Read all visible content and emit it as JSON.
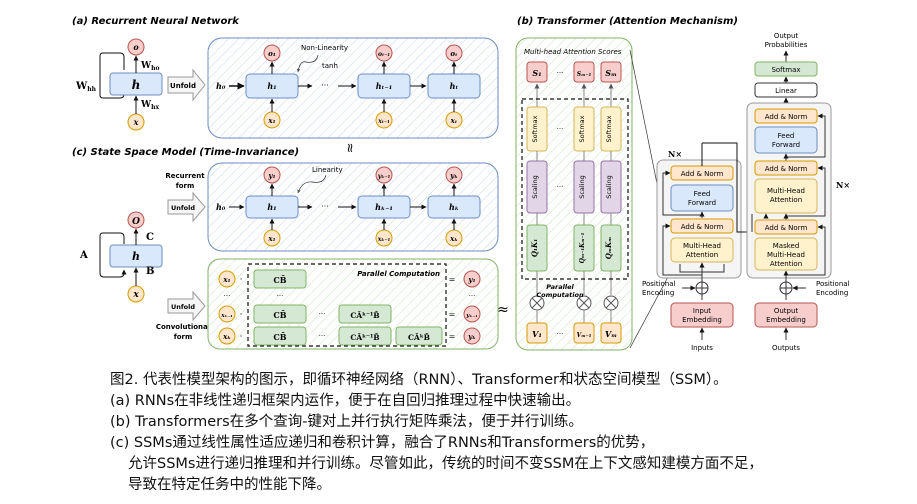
{
  "panels": {
    "rnn": {
      "title": "(a) Recurrent Neural Network",
      "hidden": "h",
      "output": "o",
      "input": "x",
      "w_hh": "W",
      "w_hh_sub": "hh",
      "w_ho": "W",
      "w_ho_sub": "ho",
      "w_hx": "W",
      "w_hx_sub": "hx",
      "unfold": "Unfold",
      "h0": "h₀",
      "nonlinearity": "Non-Linearity",
      "tanh": "tanh",
      "ellipsis": "···",
      "cells": [
        {
          "h": "h₁",
          "x": "x₁",
          "o": "o₁"
        },
        {
          "h": "hₜ₋₁",
          "x": "xₜ₋₁",
          "o": "oₜ₋₁"
        },
        {
          "h": "hₜ",
          "x": "xₜ",
          "o": "oₜ"
        }
      ],
      "approx": "≈"
    },
    "ssm": {
      "title": "(c) State Space Model (Time-Invariance)",
      "hidden": "h",
      "output": "O",
      "input": "x",
      "A": "A",
      "B": "B",
      "C": "C",
      "recurrent_form": [
        "Recurrent",
        "form"
      ],
      "convolutional_form": [
        "Convolutional",
        "form"
      ],
      "unfold": "Unfold",
      "h0": "h₀",
      "linearity": "Linearity",
      "ellipsis": "···",
      "cells": [
        {
          "h": "h₁",
          "x": "x₁",
          "y": "y₁"
        },
        {
          "h": "hₖ₋₁",
          "x": "xₖ₋₁",
          "y": "yₖ₋₁"
        },
        {
          "h": "hₖ",
          "x": "xₖ",
          "y": "yₖ"
        }
      ],
      "parallel_computation": "Parallel Computation",
      "conv_rows": [
        {
          "x": "x₁",
          "kernels": [
            "CB̄"
          ],
          "y": "y₁"
        },
        {
          "x": "xₖ₋₁",
          "kernels": [
            "CB̄",
            "CĀᵏ⁻¹B̄"
          ],
          "y": "yₖ₋₁"
        },
        {
          "x": "xₖ",
          "kernels": [
            "CB̄",
            "CĀᵏ⁻¹B̄",
            "CĀᵏB̄"
          ],
          "y": "yₖ"
        }
      ],
      "dot": "·",
      "equals": "=",
      "vdots": "···"
    },
    "transformer": {
      "title": "(b) Transformer (Attention Mechanism)",
      "scores_title": "Multi-head Attention Scores",
      "scores": [
        "S₁",
        "Sₘ₋₁",
        "Sₘ"
      ],
      "softmax": "Softmax",
      "scaling": "Scaling",
      "qk": [
        "Q₁K₁",
        "Qₘ₋₁Kₘ₋₁",
        "QₘKₘ"
      ],
      "values": [
        "V₁",
        "Vₘ₋₁",
        "Vₘ"
      ],
      "parallel_computation": [
        "Parallel",
        "Computation"
      ],
      "ellipsis": "···",
      "approx": "≈",
      "encoder": {
        "repeat": "N×",
        "add_norm": "Add & Norm",
        "feed_forward": [
          "Feed",
          "Forward"
        ],
        "mha": [
          "Multi-Head",
          "Attention"
        ],
        "positional_encoding": [
          "Positional",
          "Encoding"
        ],
        "input_embedding": [
          "Input",
          "Embedding"
        ],
        "inputs": "Inputs"
      },
      "decoder": {
        "repeat": "N×",
        "output_probabilities": [
          "Output",
          "Probabilities"
        ],
        "softmax": "Softmax",
        "linear": "Linear",
        "add_norm": "Add & Norm",
        "feed_forward": [
          "Feed",
          "Forward"
        ],
        "mha": [
          "Multi-Head",
          "Attention"
        ],
        "masked_mha": [
          "Masked",
          "Multi-Head",
          "Attention"
        ],
        "positional_encoding": [
          "Positional",
          "Encoding"
        ],
        "output_embedding": [
          "Output",
          "Embedding"
        ],
        "outputs": "Outputs"
      }
    }
  },
  "colors": {
    "hidden_fill": "#dae8fc",
    "hidden_stroke": "#6c8ebf",
    "output_fill": "#f8cecc",
    "output_stroke": "#b85450",
    "input_fill": "#ffe6cc",
    "input_stroke": "#d79b00",
    "green_fill": "#d5e8d4",
    "green_stroke": "#82b366",
    "yellow_fill": "#fff2cc",
    "yellow_stroke": "#d6b656",
    "purple_fill": "#e1d5e7",
    "purple_stroke": "#9673a6",
    "gray_panel": "#f5f5f5"
  },
  "caption": {
    "lines": [
      "图2. 代表性模型架构的图示，即循环神经网络（RNN）、Transformer和状态空间模型（SSM）。",
      "(a) RNNs在非线性递归框架内运作，便于在自回归推理过程中快速输出。",
      "(b) Transformers在多个查询-键对上并行执行矩阵乘法，便于并行训练。",
      "(c) SSMs通过线性属性适应递归和卷积计算，融合了RNNs和Transformers的优势，",
      "允许SSMs进行递归推理和并行训练。尽管如此，传统的时间不变SSM在上下文感知建模方面不足，",
      "导致在特定任务中的性能下降。"
    ]
  }
}
